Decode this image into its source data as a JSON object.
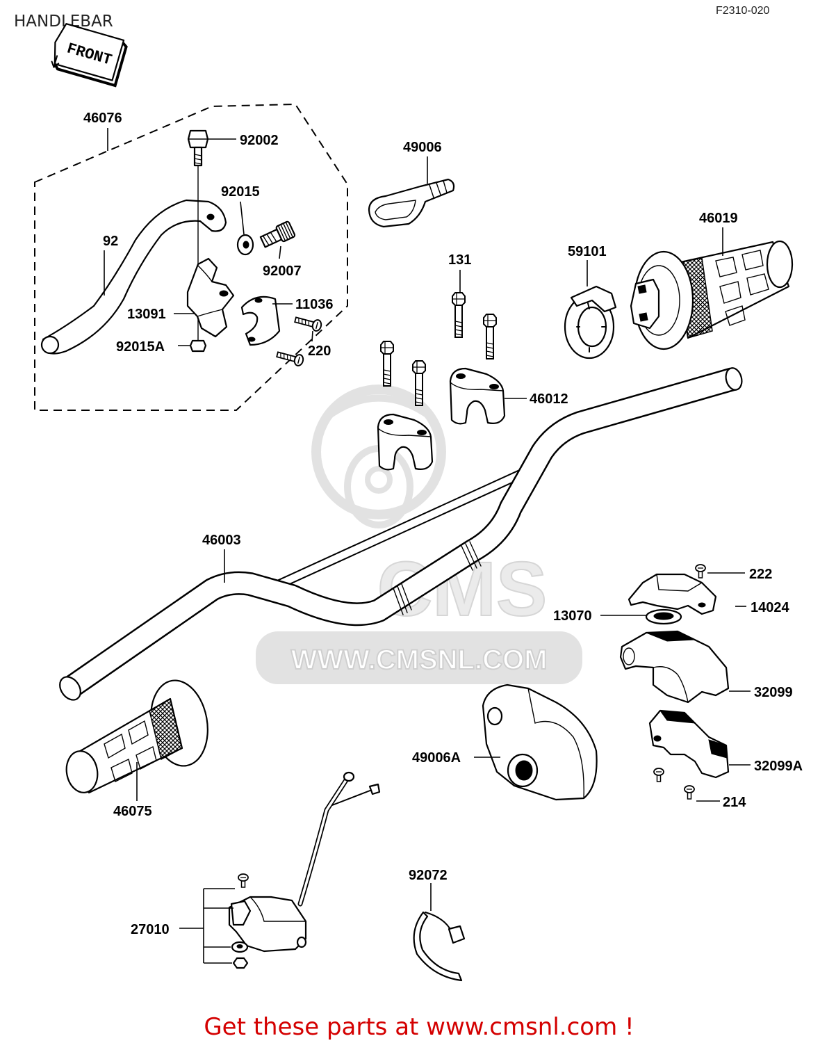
{
  "header": {
    "title": "HANDLEBAR",
    "diagram_code": "F2310-020"
  },
  "front_sign": {
    "label": "FRONT"
  },
  "callouts": [
    "46076",
    "92002",
    "92015",
    "92",
    "92007",
    "13091",
    "11036",
    "92015A",
    "220",
    "49006",
    "131",
    "59101",
    "46019",
    "46012",
    "46003",
    "222",
    "14024",
    "13070",
    "32099",
    "32099A",
    "49006A",
    "214",
    "46075",
    "27010",
    "92072"
  ],
  "watermark": {
    "logo_text": "CMS",
    "url_text": "WWW.CMSNL.COM"
  },
  "footer": {
    "text": "Get these parts at www.cmsnl.com !"
  },
  "colors": {
    "ink": "#000000",
    "paper": "#ffffff",
    "watermark": "#e2e2e2",
    "footer_text": "#d40000"
  }
}
